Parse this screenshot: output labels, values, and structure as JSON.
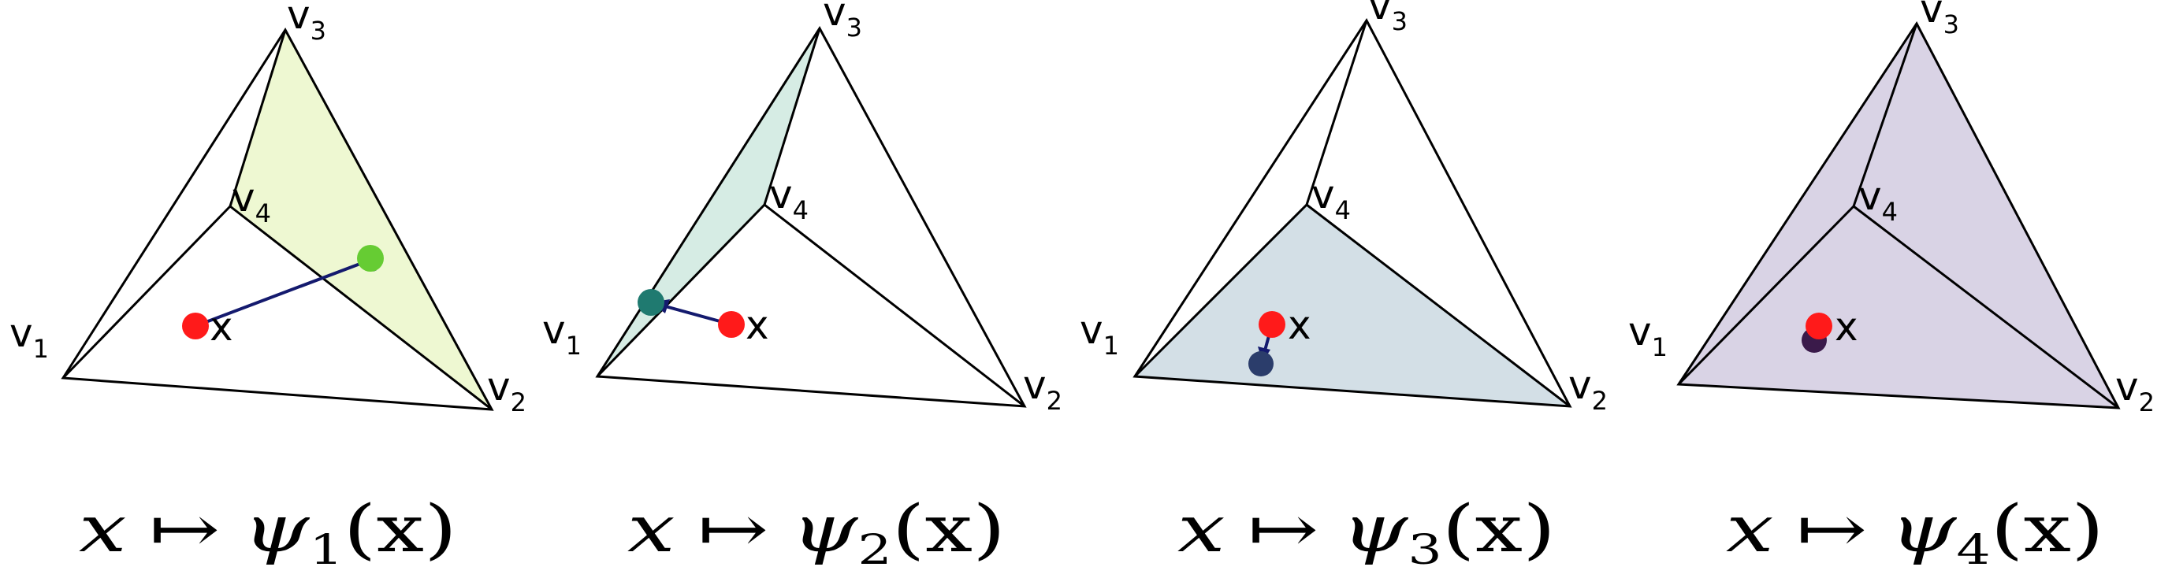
{
  "labels": {
    "v1": "v",
    "v1_sub": "1",
    "v2": "v",
    "v2_sub": "2",
    "v3": "v",
    "v3_sub": "3",
    "v4": "v",
    "v4_sub": "4",
    "x": "x"
  },
  "captions": [
    {
      "x": "x",
      "map": "↦",
      "psi": "ψ",
      "sub": "1",
      "arg": "(x)"
    },
    {
      "x": "x",
      "map": "↦",
      "psi": "ψ",
      "sub": "2",
      "arg": "(x)"
    },
    {
      "x": "x",
      "map": "↦",
      "psi": "ψ",
      "sub": "3",
      "arg": "(x)"
    },
    {
      "x": "x",
      "map": "↦",
      "psi": "ψ",
      "sub": "4",
      "arg": "(x)"
    }
  ],
  "colors": {
    "face1": "#eef8d2",
    "face2": "#d6ece4",
    "face3": "#d3dfe6",
    "face4": "#d9d3e5",
    "point_x": "#ff1a1a",
    "proj1": "#66cc33",
    "proj2": "#1f7a70",
    "proj3": "#2b3d6b",
    "proj4": "#3a1a4a",
    "arrow": "#141a6e",
    "edge": "#000000"
  }
}
